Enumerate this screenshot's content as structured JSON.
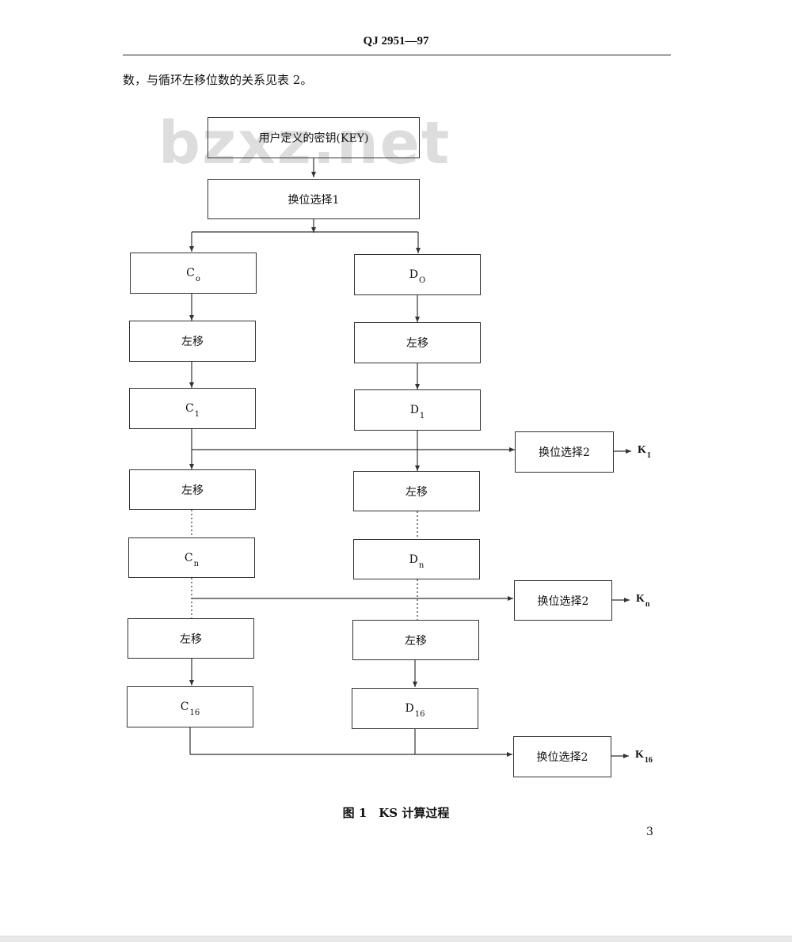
{
  "header": {
    "standard_id": "QJ 2951—97"
  },
  "body": {
    "intro": "数，与循环左移位数的关系见表 2。"
  },
  "watermark": {
    "text": "bzxz.net"
  },
  "flow": {
    "key": "用户定义的密钥(KEY)",
    "pc1": "换位选择1",
    "pc2": "换位选择2",
    "shift": "左移",
    "c0": {
      "base": "C",
      "sub": "o"
    },
    "d0": {
      "base": "D",
      "sub": "O"
    },
    "c1": {
      "base": "C",
      "sub": "1"
    },
    "d1": {
      "base": "D",
      "sub": "1"
    },
    "cn": {
      "base": "C",
      "sub": "n"
    },
    "dn": {
      "base": "D",
      "sub": "n"
    },
    "c16": {
      "base": "C",
      "sub": "16"
    },
    "d16": {
      "base": "D",
      "sub": "16"
    },
    "k1": {
      "base": "K",
      "sub": "1"
    },
    "kn": {
      "base": "K",
      "sub": "n"
    },
    "k16": {
      "base": "K",
      "sub": "16"
    }
  },
  "figure": {
    "caption": "图 1　KS 计算过程"
  },
  "footer": {
    "page_number": "3"
  }
}
